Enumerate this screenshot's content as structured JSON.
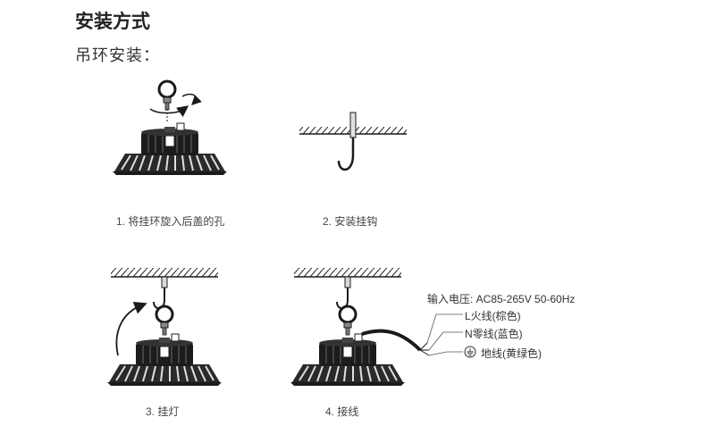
{
  "page": {
    "title": "安装方式",
    "subtitle": "吊环安装："
  },
  "steps": [
    {
      "caption": "1. 将挂环旋入后盖的孔"
    },
    {
      "caption": "2. 安装挂钩"
    },
    {
      "caption": "3. 挂灯"
    },
    {
      "caption": "4. 接线"
    }
  ],
  "wiring": {
    "input_voltage": "输入电压: AC85-265V 50-60Hz",
    "live": "L火线(棕色)",
    "neutral": "N零线(蓝色)",
    "ground": "地线(黄绿色)",
    "ground_icon": "ground-symbol-icon"
  },
  "colors": {
    "line": "#1a1a1a",
    "lamp_body": "#1c1c1c",
    "text": "#333333"
  }
}
